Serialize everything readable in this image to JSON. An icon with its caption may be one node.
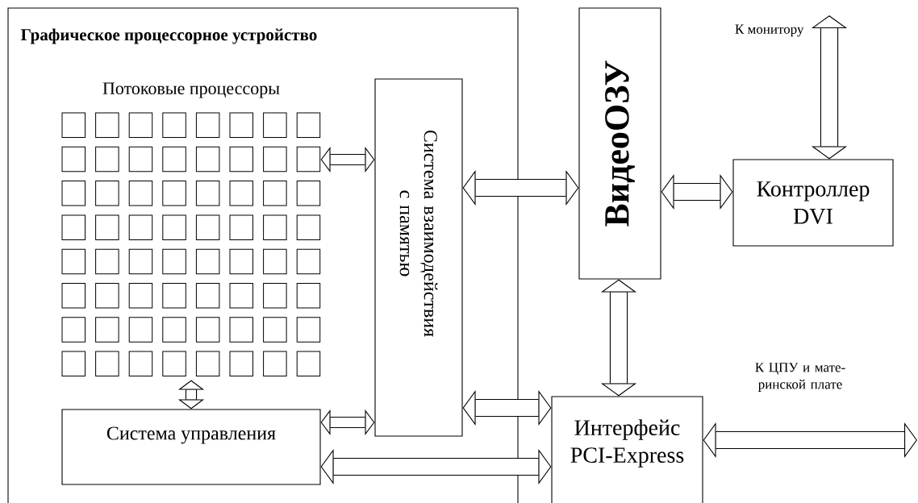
{
  "diagram": {
    "nodes": [
      {
        "text": [
          "Графическое процессорное устройство"
        ]
      },
      {
        "text": [
          "Потоковые процессоры"
        ],
        "in": 0
      },
      {
        "text": [
          "Система взаимодействия с памятью"
        ],
        "in": 0
      },
      {
        "text": [
          "Система управления"
        ],
        "in": 0
      },
      {
        "text": [
          "ВидеоОЗУ"
        ]
      },
      {
        "text": [
          "Контроллер DVI"
        ]
      },
      {
        "text": [
          "Интерфейс PCI-Express"
        ]
      }
    ],
    "edges": [
      {
        "from": 1,
        "to": 2,
        "arrow": "both"
      },
      {
        "from": 1,
        "to": 3,
        "arrow": "both"
      },
      {
        "from": 3,
        "to": 2,
        "arrow": "both"
      },
      {
        "from": 2,
        "to": 4,
        "arrow": "both"
      },
      {
        "from": 2,
        "to": 6,
        "arrow": "both"
      },
      {
        "from": 3,
        "to": 6,
        "arrow": "both"
      },
      {
        "from": 4,
        "to": 6,
        "arrow": "both"
      },
      {
        "from": 4,
        "to": 5,
        "arrow": "both"
      },
      {
        "from": null,
        "to": 5,
        "arrow": "both",
        "label": "К монитору"
      },
      {
        "from": 6,
        "to": null,
        "arrow": "both",
        "label": "К ЦПУ и мате- ринской плате"
      }
    ]
  }
}
